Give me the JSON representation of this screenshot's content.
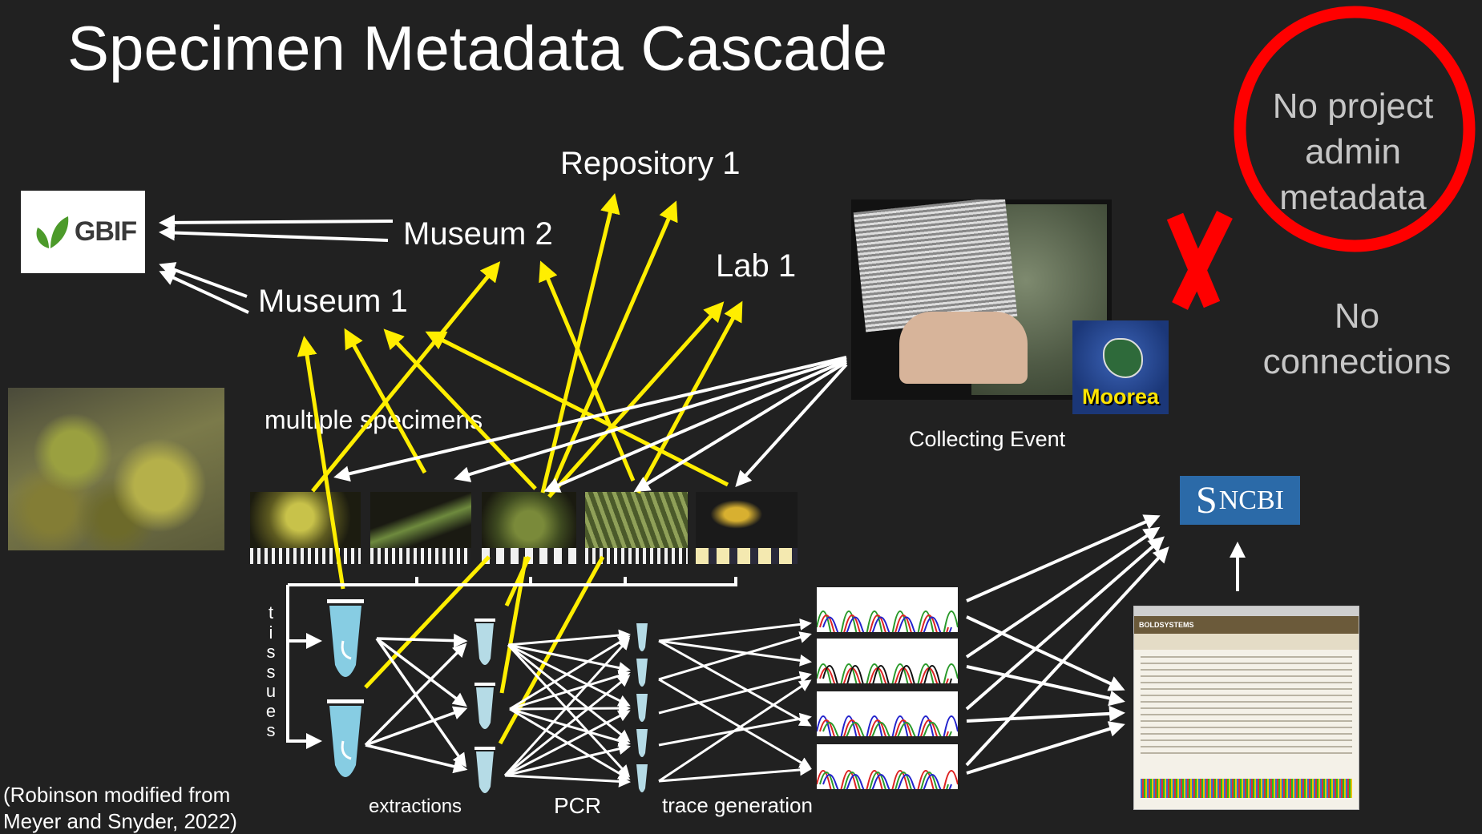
{
  "title": "Specimen Metadata Cascade",
  "labels": {
    "repository_1": "Repository 1",
    "museum_2": "Museum 2",
    "museum_1": "Museum 1",
    "lab_1": "Lab 1",
    "multiple_specimens": "multiple specimens",
    "collecting_event": "Collecting Event",
    "no_project_admin_metadata": "No project admin metadata",
    "no_connections": "No connections",
    "tissues": [
      "t",
      "i",
      "s",
      "s",
      "u",
      "e",
      "s"
    ],
    "extractions": "extractions",
    "pcr": "PCR",
    "trace_generation": "trace generation",
    "citation_line1": "(Robinson modified from",
    "citation_line2": "Meyer and Snyder, 2022)"
  },
  "logos": {
    "gbif": "GBIF",
    "ncbi_s": "S",
    "ncbi_text": "NCBI",
    "moorea": "Moorea",
    "bold_header": "BOLDSYSTEMS"
  },
  "colors": {
    "background": "#212121",
    "yellow_arrow": "#ffee00",
    "white_arrow": "#ffffff",
    "red_mark": "#ff0000",
    "gray_text": "#c6c6c6",
    "tube": "#87cde3"
  }
}
